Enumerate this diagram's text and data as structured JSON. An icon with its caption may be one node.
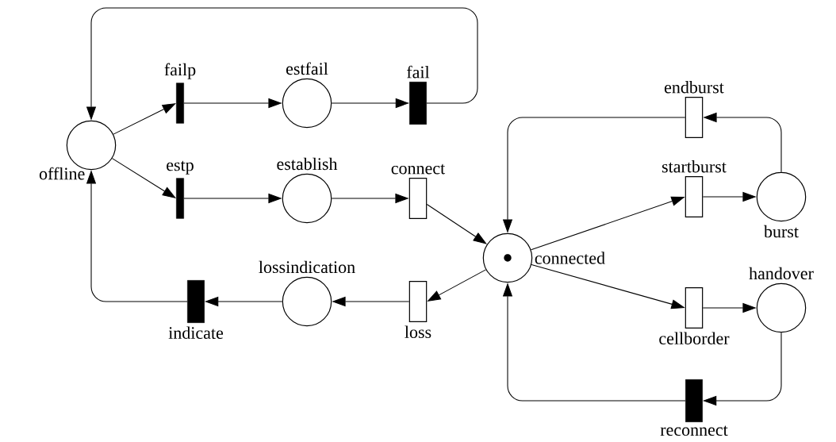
{
  "diagram": {
    "nodes": [
      {
        "text": [
          "offline"
        ]
      },
      {
        "text": [
          "failp"
        ]
      },
      {
        "text": [
          "estfail"
        ]
      },
      {
        "text": [
          "fail"
        ]
      },
      {
        "text": [
          "estp"
        ]
      },
      {
        "text": [
          "establish"
        ]
      },
      {
        "text": [
          "connect"
        ]
      },
      {
        "text": [
          "connected"
        ]
      },
      {
        "text": [
          "endburst"
        ]
      },
      {
        "text": [
          "startburst"
        ]
      },
      {
        "text": [
          "burst"
        ]
      },
      {
        "text": [
          "loss"
        ]
      },
      {
        "text": [
          "lossindication"
        ]
      },
      {
        "text": [
          "indicate"
        ]
      },
      {
        "text": [
          "cellborder"
        ]
      },
      {
        "text": [
          "handover"
        ]
      },
      {
        "text": [
          "reconnect"
        ]
      }
    ],
    "edges": [
      {
        "from": 0,
        "to": 1,
        "arrow": "to"
      },
      {
        "from": 1,
        "to": 2,
        "arrow": "to"
      },
      {
        "from": 2,
        "to": 3,
        "arrow": "to"
      },
      {
        "from": 3,
        "to": 0,
        "arrow": "to"
      },
      {
        "from": 0,
        "to": 4,
        "arrow": "to"
      },
      {
        "from": 4,
        "to": 5,
        "arrow": "to"
      },
      {
        "from": 5,
        "to": 6,
        "arrow": "to"
      },
      {
        "from": 6,
        "to": 7,
        "arrow": "to"
      },
      {
        "from": 7,
        "to": 9,
        "arrow": "to"
      },
      {
        "from": 9,
        "to": 10,
        "arrow": "to"
      },
      {
        "from": 10,
        "to": 8,
        "arrow": "to"
      },
      {
        "from": 8,
        "to": 7,
        "arrow": "to"
      },
      {
        "from": 7,
        "to": 11,
        "arrow": "to"
      },
      {
        "from": 11,
        "to": 12,
        "arrow": "to"
      },
      {
        "from": 12,
        "to": 13,
        "arrow": "to"
      },
      {
        "from": 13,
        "to": 0,
        "arrow": "to"
      },
      {
        "from": 7,
        "to": 14,
        "arrow": "to"
      },
      {
        "from": 14,
        "to": 15,
        "arrow": "to"
      },
      {
        "from": 15,
        "to": 16,
        "arrow": "to"
      },
      {
        "from": 16,
        "to": 7,
        "arrow": "to"
      }
    ]
  }
}
